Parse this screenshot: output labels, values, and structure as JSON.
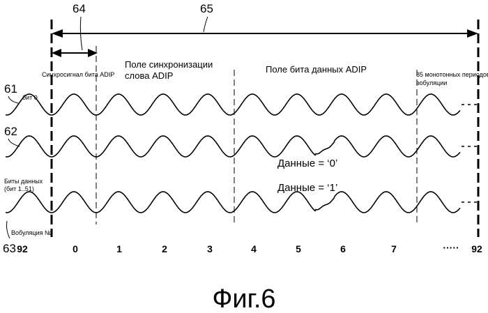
{
  "refs": {
    "r64": "64",
    "r65": "65",
    "r61": "61",
    "r62": "62",
    "r63": "63"
  },
  "labels": {
    "sync_signal": "Синхросигнал бита ADIP",
    "word_sync_line1": "Поле синхронизации",
    "word_sync_line2": "слова ADIP",
    "data_bit_field": "Поле бита данных ADIP",
    "monotone_line1": "85 монотонных периодов",
    "monotone_line2": "вобуляции",
    "bit0": "бит 0",
    "data_bits_line1": "Биты данных",
    "data_bits_line2": "(бит 1..51)",
    "wobble_no": "Вобуляция №"
  },
  "data_values": {
    "zero": "Данные = ‘0’",
    "one": "Данные = ‘1’"
  },
  "wobble_numbers": {
    "first": "92",
    "items": [
      "0",
      "1",
      "2",
      "3",
      "4",
      "5",
      "6",
      "7"
    ],
    "ellipsis": "·····",
    "last": "92"
  },
  "caption": "Фиг.6"
}
